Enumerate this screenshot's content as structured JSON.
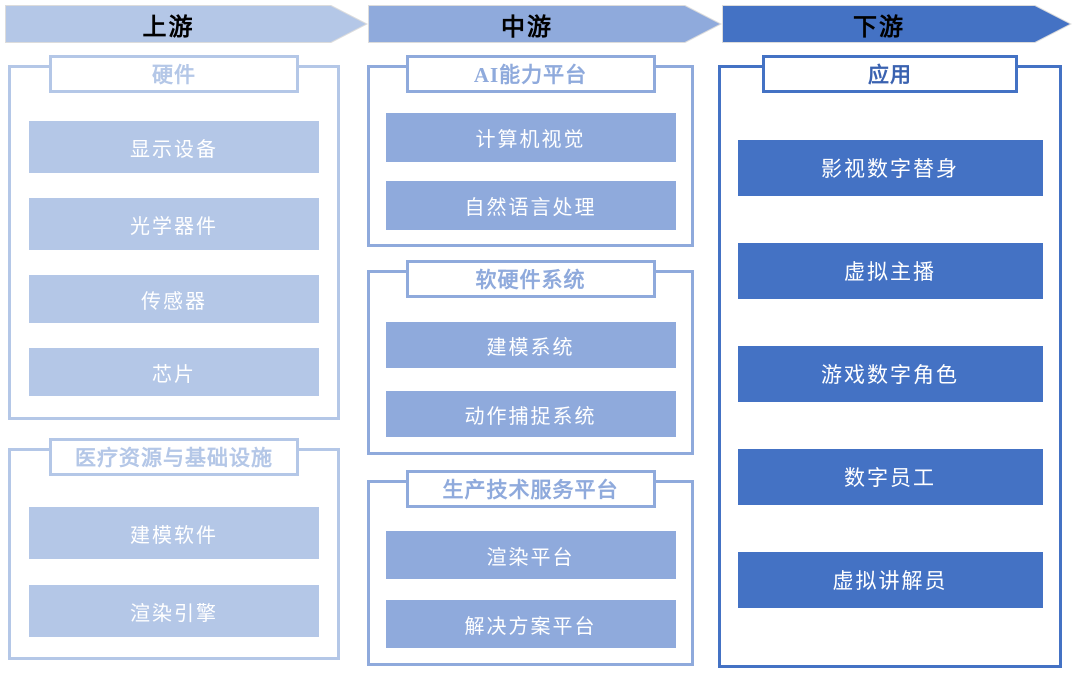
{
  "diagram": {
    "type": "industry-chain",
    "colors": {
      "upstream": "#B4C7E7",
      "midstream": "#8FAADC",
      "downstream": "#4472C4",
      "arrow_text": "#000000",
      "item_text": "#ffffff",
      "background": "#ffffff"
    }
  },
  "stages": [
    {
      "label": "上游"
    },
    {
      "label": "中游"
    },
    {
      "label": "下游"
    }
  ],
  "columns": [
    {
      "stage": "上游",
      "groups": [
        {
          "title": "硬件",
          "items": [
            "显示设备",
            "光学器件",
            "传感器",
            "芯片"
          ]
        },
        {
          "title": "医疗资源与基础设施",
          "items": [
            "建模软件",
            "渲染引擎"
          ]
        }
      ]
    },
    {
      "stage": "中游",
      "groups": [
        {
          "title": "AI能力平台",
          "items": [
            "计算机视觉",
            "自然语言处理"
          ]
        },
        {
          "title": "软硬件系统",
          "items": [
            "建模系统",
            "动作捕捉系统"
          ]
        },
        {
          "title": "生产技术服务平台",
          "items": [
            "渲染平台",
            "解决方案平台"
          ]
        }
      ]
    },
    {
      "stage": "下游",
      "groups": [
        {
          "title": "应用",
          "items": [
            "影视数字替身",
            "虚拟主播",
            "游戏数字角色",
            "数字员工",
            "虚拟讲解员"
          ],
          "more": "……"
        }
      ]
    }
  ]
}
